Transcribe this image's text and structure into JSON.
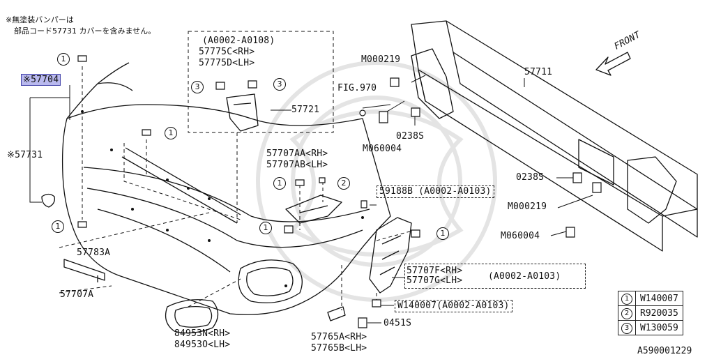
{
  "note": {
    "line1": "※無塗装バンパーは",
    "line2": "部品コード57731 カバーを含みません。"
  },
  "legend": [
    {
      "num": "1",
      "code": "W140007"
    },
    {
      "num": "2",
      "code": "R920035"
    },
    {
      "num": "3",
      "code": "W130059"
    }
  ],
  "callouts": {
    "c1": "1",
    "c2": "2",
    "c3": "3"
  },
  "labels": {
    "p57704": "※57704",
    "p57731": "※57731",
    "range_a": "(A0002-A0108)",
    "p57775c": "57775C<RH>",
    "p57775d": "57775D<LH>",
    "p57721": "57721",
    "m000219_top": "M000219",
    "fig970": "FIG.970",
    "m060004_mid": "M060004",
    "s0238_mid": "0238S",
    "p57711": "57711",
    "front": "FRONT",
    "p57707aa": "57707AA<RH>",
    "p57707ab": "57707AB<LH>",
    "p59188b": "59188B (A0002-A0103)",
    "s0238_right": "0238S",
    "m000219_right": "M000219",
    "m060004_right": "M060004",
    "p57783a": "57783A",
    "p57707a": "57707A",
    "p57707f": "57707F<RH>",
    "p57707g": "57707G<LH>",
    "range_fg": "(A0002-A0103)",
    "w140007": "W140007(A0002-A0103)",
    "s0451": "0451S",
    "p84953n": "84953N<RH>",
    "p84953o": "84953O<LH>",
    "p57765a": "57765A<RH>",
    "p57765b": "57765B<LH>"
  },
  "diagram_code": "A590001229",
  "colors": {
    "line": "#111111",
    "highlight": "#b9b9ee",
    "watermark": "#e4e4e4"
  }
}
